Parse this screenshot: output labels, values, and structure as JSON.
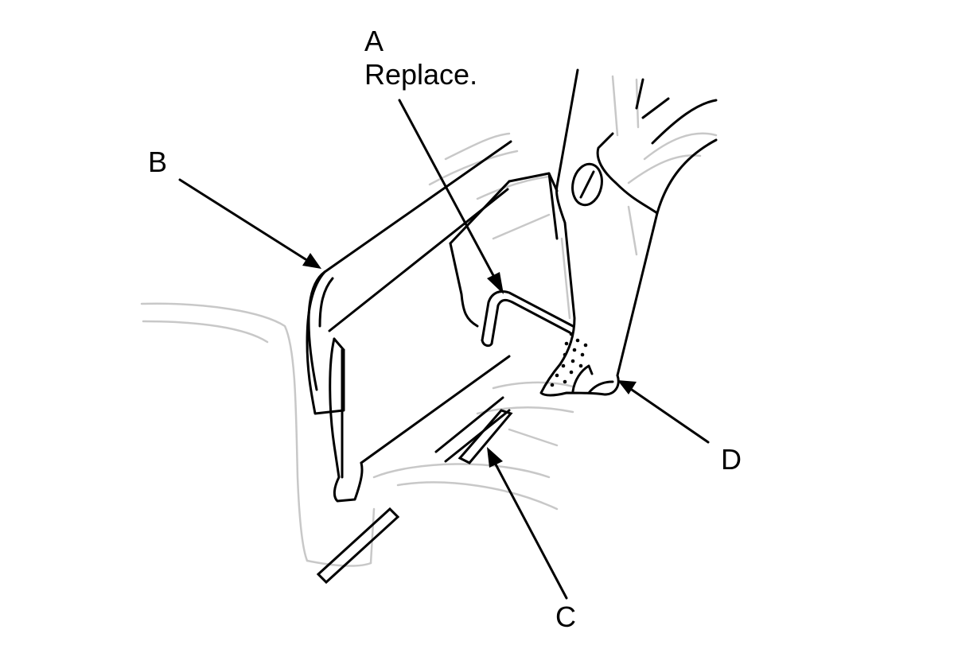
{
  "callouts": {
    "a": {
      "letter": "A",
      "note": "Replace."
    },
    "b": {
      "letter": "B"
    },
    "c": {
      "letter": "C"
    },
    "d": {
      "letter": "D"
    }
  },
  "colors": {
    "line": "#000000",
    "faint": "#c8c8c8",
    "mid": "#8a8a8a",
    "background": "#ffffff"
  }
}
